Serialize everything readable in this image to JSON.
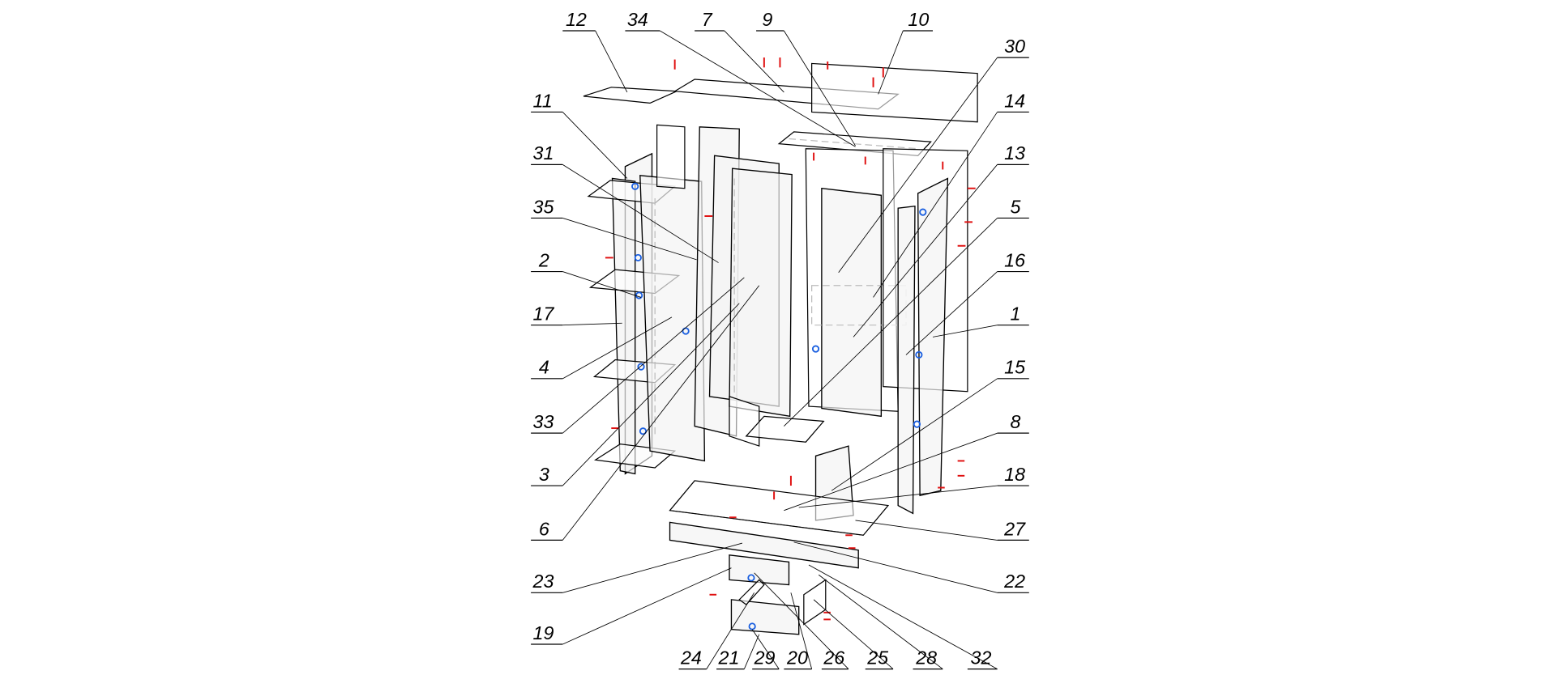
{
  "diagram": {
    "type": "exploded-assembly-view",
    "part_labels": [
      "12",
      "34",
      "7",
      "9",
      "10",
      "30",
      "14",
      "13",
      "5",
      "16",
      "1",
      "15",
      "8",
      "18",
      "27",
      "22",
      "11",
      "31",
      "35",
      "2",
      "17",
      "4",
      "33",
      "3",
      "6",
      "23",
      "19",
      "24",
      "21",
      "29",
      "20",
      "26",
      "25",
      "28",
      "32"
    ]
  }
}
